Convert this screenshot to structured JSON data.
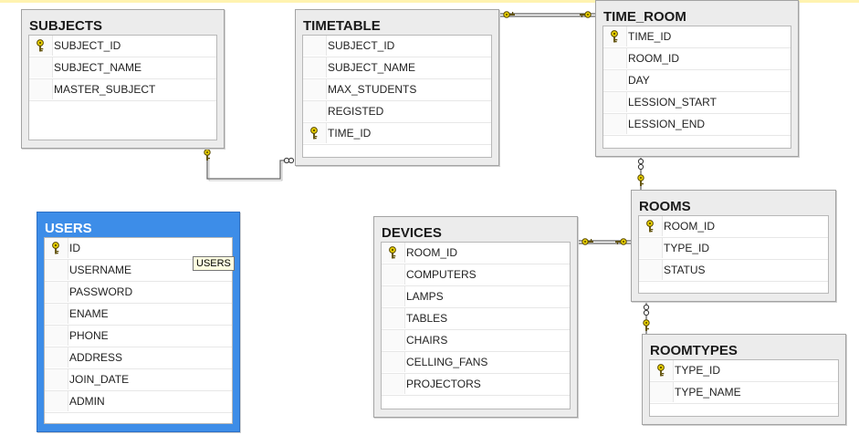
{
  "tables": [
    {
      "id": "subjects",
      "title": "SUBJECTS",
      "selected": false,
      "columns": [
        {
          "name": "SUBJECT_ID",
          "pk": true
        },
        {
          "name": "SUBJECT_NAME",
          "pk": false
        },
        {
          "name": "MASTER_SUBJECT",
          "pk": false
        }
      ]
    },
    {
      "id": "timetable",
      "title": "TIMETABLE",
      "selected": false,
      "columns": [
        {
          "name": "SUBJECT_ID",
          "pk": false
        },
        {
          "name": "SUBJECT_NAME",
          "pk": false
        },
        {
          "name": "MAX_STUDENTS",
          "pk": false
        },
        {
          "name": "REGISTED",
          "pk": false
        },
        {
          "name": "TIME_ID",
          "pk": true
        }
      ]
    },
    {
      "id": "time_room",
      "title": "TIME_ROOM",
      "selected": false,
      "columns": [
        {
          "name": "TIME_ID",
          "pk": true
        },
        {
          "name": "ROOM_ID",
          "pk": false
        },
        {
          "name": "DAY",
          "pk": false
        },
        {
          "name": "LESSION_START",
          "pk": false
        },
        {
          "name": "LESSION_END",
          "pk": false
        }
      ]
    },
    {
      "id": "users",
      "title": "USERS",
      "selected": true,
      "columns": [
        {
          "name": "ID",
          "pk": true
        },
        {
          "name": "USERNAME",
          "pk": false
        },
        {
          "name": "PASSWORD",
          "pk": false
        },
        {
          "name": "ENAME",
          "pk": false
        },
        {
          "name": "PHONE",
          "pk": false
        },
        {
          "name": "ADDRESS",
          "pk": false
        },
        {
          "name": "JOIN_DATE",
          "pk": false
        },
        {
          "name": "ADMIN",
          "pk": false
        }
      ]
    },
    {
      "id": "devices",
      "title": "DEVICES",
      "selected": false,
      "columns": [
        {
          "name": "ROOM_ID",
          "pk": true
        },
        {
          "name": "COMPUTERS",
          "pk": false
        },
        {
          "name": "LAMPS",
          "pk": false
        },
        {
          "name": "TABLES",
          "pk": false
        },
        {
          "name": "CHAIRS",
          "pk": false
        },
        {
          "name": "CELLING_FANS",
          "pk": false
        },
        {
          "name": "PROJECTORS",
          "pk": false
        }
      ]
    },
    {
      "id": "rooms",
      "title": "ROOMS",
      "selected": false,
      "columns": [
        {
          "name": "ROOM_ID",
          "pk": true
        },
        {
          "name": "TYPE_ID",
          "pk": false
        },
        {
          "name": "STATUS",
          "pk": false
        }
      ]
    },
    {
      "id": "roomtypes",
      "title": "ROOMTYPES",
      "selected": false,
      "columns": [
        {
          "name": "TYPE_ID",
          "pk": true
        },
        {
          "name": "TYPE_NAME",
          "pk": false
        }
      ]
    }
  ],
  "tooltip": "USERS",
  "relationships": [
    {
      "from": "subjects",
      "to": "timetable"
    },
    {
      "from": "time_room",
      "to": "timetable"
    },
    {
      "from": "rooms",
      "to": "time_room"
    },
    {
      "from": "rooms",
      "to": "devices"
    },
    {
      "from": "roomtypes",
      "to": "rooms"
    }
  ],
  "colors": {
    "selected_table": "#3d8de8",
    "table_bg": "#ececec",
    "key_icon": "#e8d000",
    "relationship_line": "#666666"
  }
}
